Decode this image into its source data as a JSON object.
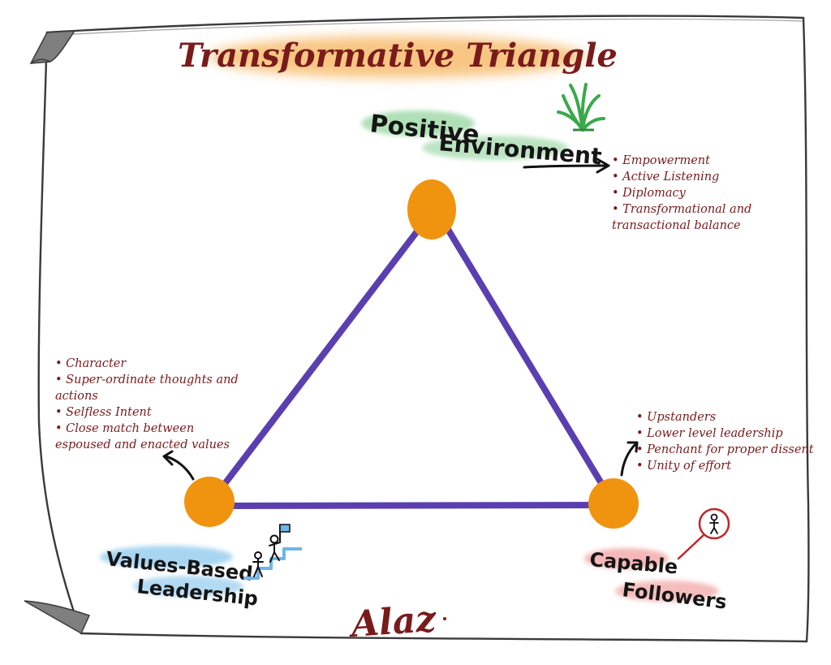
{
  "title": "Transformative Triangle",
  "signature": "Alaz",
  "colors": {
    "accent_red": "#7a1b1b",
    "triangle": "#5b3fb0",
    "node": "#f0940f",
    "title_glow": "#f6b35a",
    "env_highlight": "#8fd39a",
    "values_highlight": "#8cc7ee",
    "followers_highlight": "#f19a9a",
    "plant": "#3aa84a"
  },
  "nodes": {
    "top": {
      "label_line1": "Positive",
      "label_line2": "Environment",
      "icon": "plant-icon",
      "bullets": [
        "Empowerment",
        "Active Listening",
        "Diplomacy",
        "Transformational and transactional balance"
      ]
    },
    "left": {
      "label_line1": "Values-Based",
      "label_line2": "Leadership",
      "icon": "climbing-stairs-icon",
      "bullets": [
        "Character",
        "Super-ordinate thoughts and actions",
        "Selfless Intent",
        "Close match between espoused and enacted values"
      ]
    },
    "right": {
      "label_line1": "Capable",
      "label_line2": "Followers",
      "icon": "magnifier-person-icon",
      "bullets": [
        "Upstanders",
        "Lower level leadership",
        "Penchant for proper dissent",
        "Unity of effort"
      ]
    }
  }
}
